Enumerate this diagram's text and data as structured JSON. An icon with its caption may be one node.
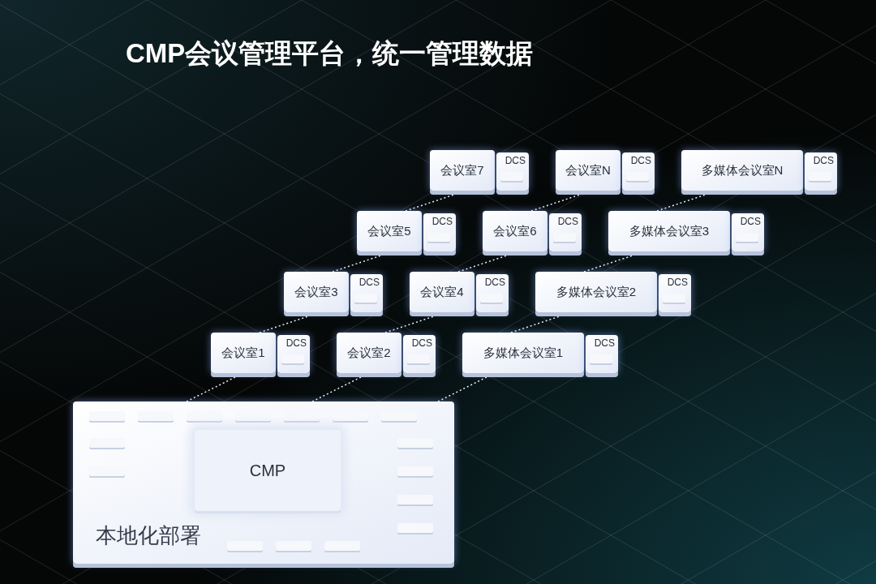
{
  "diagram": {
    "title": "CMP会议管理平台，统一管理数据",
    "nodes": [
      {
        "text": [
          "本地化部署"
        ]
      },
      {
        "text": [
          "CMP"
        ],
        "in": 0
      },
      {
        "text": [
          "会议室1"
        ]
      },
      {
        "text": [
          "DCS"
        ]
      },
      {
        "text": [
          "会议室2"
        ]
      },
      {
        "text": [
          "DCS"
        ]
      },
      {
        "text": [
          "多媒体会议室1"
        ]
      },
      {
        "text": [
          "DCS"
        ]
      },
      {
        "text": [
          "会议室3"
        ]
      },
      {
        "text": [
          "DCS"
        ]
      },
      {
        "text": [
          "会议室4"
        ]
      },
      {
        "text": [
          "DCS"
        ]
      },
      {
        "text": [
          "多媒体会议室2"
        ]
      },
      {
        "text": [
          "DCS"
        ]
      },
      {
        "text": [
          "会议室5"
        ]
      },
      {
        "text": [
          "DCS"
        ]
      },
      {
        "text": [
          "会议室6"
        ]
      },
      {
        "text": [
          "DCS"
        ]
      },
      {
        "text": [
          "多媒体会议室3"
        ]
      },
      {
        "text": [
          "DCS"
        ]
      },
      {
        "text": [
          "会议室7"
        ]
      },
      {
        "text": [
          "DCS"
        ]
      },
      {
        "text": [
          "会议室N"
        ]
      },
      {
        "text": [
          "DCS"
        ]
      },
      {
        "text": [
          "多媒体会议室N"
        ]
      },
      {
        "text": [
          "DCS"
        ]
      }
    ],
    "edges": [
      {
        "from": 0,
        "to": 2,
        "arrow": "none",
        "style": "dashed"
      },
      {
        "from": 0,
        "to": 4,
        "arrow": "none",
        "style": "dashed"
      },
      {
        "from": 0,
        "to": 6,
        "arrow": "none",
        "style": "dashed"
      },
      {
        "from": 2,
        "to": 8,
        "arrow": "none",
        "style": "dashed"
      },
      {
        "from": 8,
        "to": 14,
        "arrow": "none",
        "style": "dashed"
      },
      {
        "from": 14,
        "to": 20,
        "arrow": "none",
        "style": "dashed"
      },
      {
        "from": 4,
        "to": 10,
        "arrow": "none",
        "style": "dashed"
      },
      {
        "from": 10,
        "to": 16,
        "arrow": "none",
        "style": "dashed"
      },
      {
        "from": 16,
        "to": 22,
        "arrow": "none",
        "style": "dashed"
      },
      {
        "from": 6,
        "to": 12,
        "arrow": "none",
        "style": "dashed"
      },
      {
        "from": 12,
        "to": 18,
        "arrow": "none",
        "style": "dashed"
      },
      {
        "from": 18,
        "to": 24,
        "arrow": "none",
        "style": "dashed"
      }
    ]
  }
}
